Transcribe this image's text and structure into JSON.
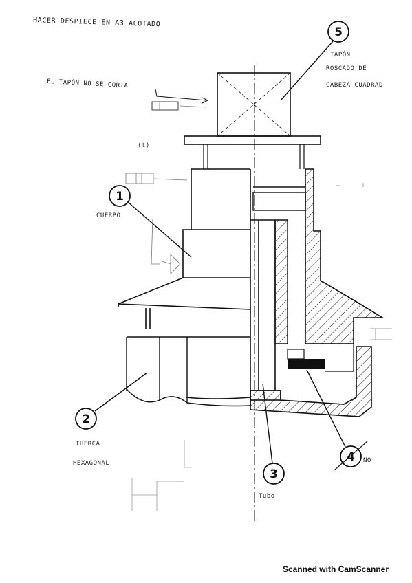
{
  "header": {
    "instruction": "HACER DESPIECE EN A3 ACOTADO"
  },
  "notes": {
    "no_cut": "EL TAPÓN NO SE CORTA"
  },
  "parts": [
    {
      "number": "1",
      "name": "CUERPO"
    },
    {
      "number": "2",
      "name_line1": "TUERCA",
      "name_line2": "HEXAGONAL"
    },
    {
      "number": "3",
      "name": "Tubo"
    },
    {
      "number": "4",
      "suffix": "NO"
    },
    {
      "number": "5",
      "name_line1": "TAPÓN",
      "name_line2": "ROSCADO DE",
      "name_line3": "CABEZA CUADRAD"
    }
  ],
  "footer": {
    "scanner_label": "Scanned with CamScanner"
  }
}
